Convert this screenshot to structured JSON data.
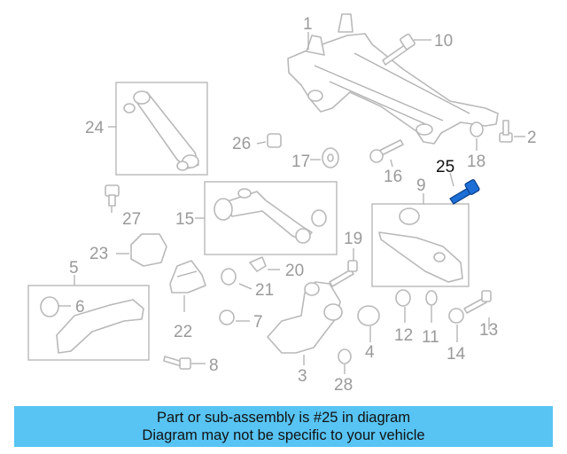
{
  "diagram": {
    "highlight_color": "#1c6fd6",
    "callouts": [
      "1",
      "2",
      "3",
      "4",
      "5",
      "6",
      "7",
      "8",
      "9",
      "10",
      "11",
      "12",
      "13",
      "14",
      "15",
      "16",
      "17",
      "18",
      "19",
      "20",
      "21",
      "22",
      "23",
      "24",
      "25",
      "26",
      "27",
      "28"
    ],
    "highlighted": "25"
  },
  "banner": {
    "background": "#57c4f4",
    "line1": "Part or sub-assembly is #25 in diagram",
    "line2": "Diagram may not be specific to your vehicle"
  }
}
